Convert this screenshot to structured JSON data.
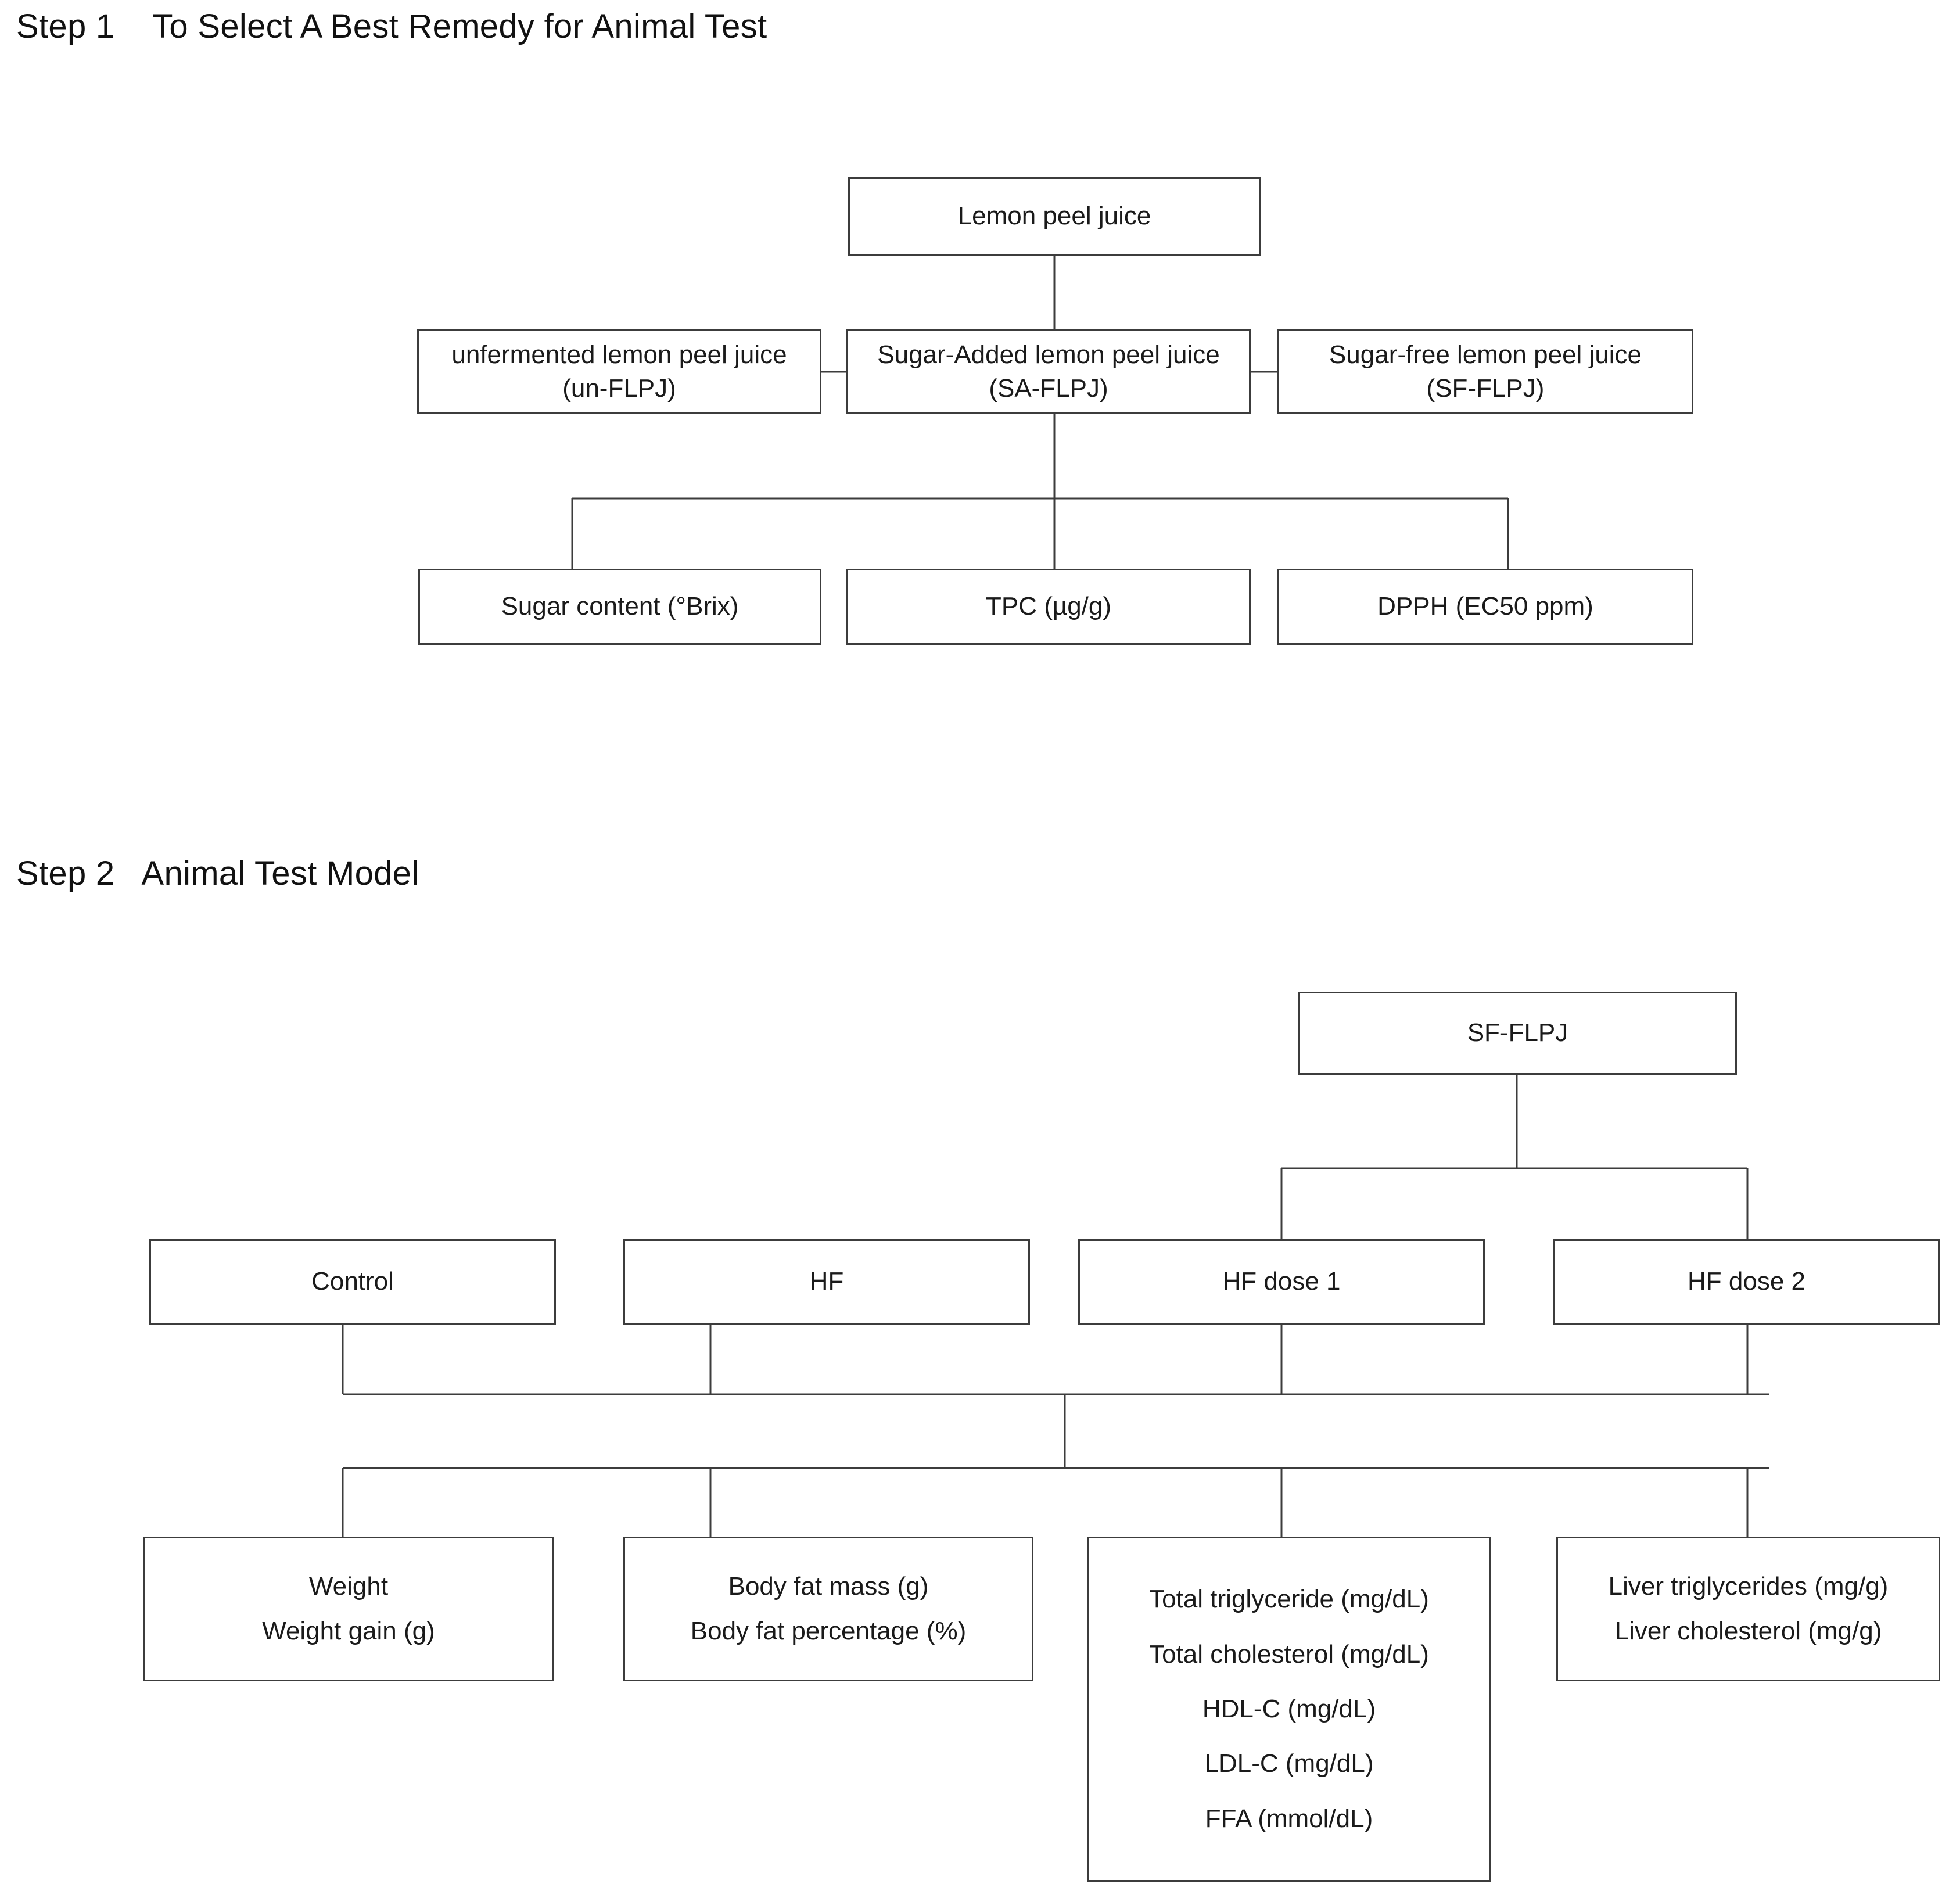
{
  "document": {
    "type": "experimental-flow-diagram",
    "background_color": "#ffffff",
    "line_color": "#3c3c3c",
    "text_color": "#1a1a1a"
  },
  "step1": {
    "title": "Step 1    To Select A Best Remedy for Animal Test",
    "root": {
      "label": "Lemon peel juice"
    },
    "treatments": [
      {
        "line1": "unfermented lemon peel juice",
        "line2": "(un-FLPJ)"
      },
      {
        "line1": "Sugar-Added lemon peel juice",
        "line2": "(SA-FLPJ)"
      },
      {
        "line1": "Sugar-free lemon peel juice",
        "line2": "(SF-FLPJ)"
      }
    ],
    "measurements": [
      {
        "label": "Sugar content (°Brix)"
      },
      {
        "label": "TPC (µg/g)"
      },
      {
        "label": "DPPH (EC50 ppm)"
      }
    ]
  },
  "step2": {
    "title": "Step 2   Animal Test Model",
    "root": {
      "label": "SF-FLPJ"
    },
    "groups": [
      {
        "label": "Control"
      },
      {
        "label": "HF"
      },
      {
        "label": "HF dose 1"
      },
      {
        "label": "HF dose 2"
      }
    ],
    "outcomes": [
      {
        "lines": [
          "Weight",
          "Weight gain (g)"
        ]
      },
      {
        "lines": [
          "Body fat mass (g)",
          "Body fat percentage (%)"
        ]
      },
      {
        "lines": [
          "Total triglyceride (mg/dL)",
          "Total cholesterol (mg/dL)",
          "HDL-C (mg/dL)",
          "LDL-C (mg/dL)",
          "FFA (mmol/dL)"
        ]
      },
      {
        "lines": [
          "Liver triglycerides (mg/g)",
          "Liver cholesterol (mg/g)"
        ]
      }
    ]
  }
}
